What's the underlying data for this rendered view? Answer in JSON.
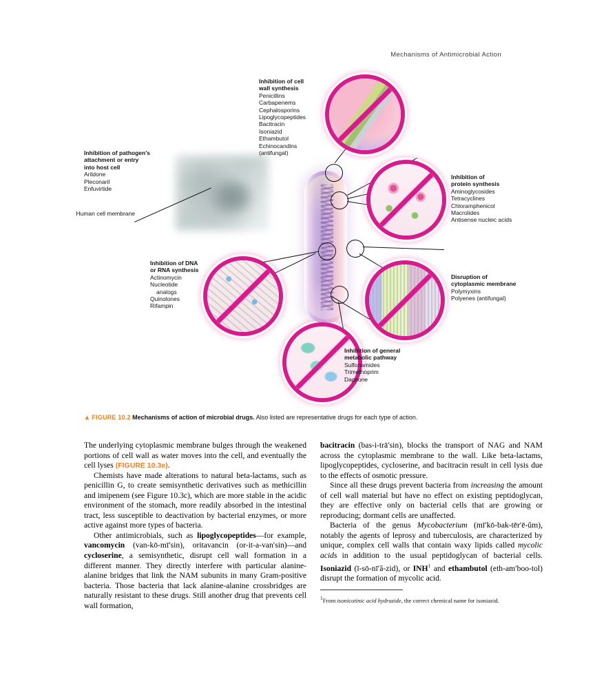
{
  "running_head": "Mechanisms of Antimicrobial Action",
  "figure": {
    "host_cell_label_line1": "Human",
    "host_cell_label_line2": "cell membrane",
    "labels": [
      {
        "id": "cell-wall-synthesis",
        "heading_line1": "Inhibition of cell",
        "heading_line2": "wall synthesis",
        "drugs": [
          "Penicillins",
          "Carbapenems",
          "Cephalosporins",
          "Lipoglycopeptides",
          "Bacitracin",
          "Isoniazid",
          "Ethambutol",
          "Echinocandins",
          "(antifungal)"
        ]
      },
      {
        "id": "pathogen-attachment",
        "heading_line1": "Inhibition of pathogen's",
        "heading_line2": "attachment or entry",
        "heading_line3": "into host cell",
        "drugs": [
          "Arildone",
          "Pleconaril",
          "Enfuvirtide"
        ]
      },
      {
        "id": "protein-synthesis",
        "heading_line1": "Inhibition of",
        "heading_line2": "protein synthesis",
        "drugs": [
          "Aminoglycosides",
          "Tetracyclines",
          "Chloramphenicol",
          "Macrolides",
          "Antisense nucleic acids"
        ]
      },
      {
        "id": "dna-rna-synthesis",
        "heading_line1": "Inhibition of DNA",
        "heading_line2": "or RNA synthesis",
        "drugs": [
          "Actinomycin",
          "Nucleotide",
          "analogs",
          "Quinolones",
          "Rifampin"
        ]
      },
      {
        "id": "cytoplasmic-membrane",
        "heading_line1": "Disruption of",
        "heading_line2": "cytoplasmic membrane",
        "drugs": [
          "Polymyxins",
          "Polyenes (antifungal)"
        ]
      },
      {
        "id": "metabolic-pathway",
        "heading_line1": "Inhibition of general",
        "heading_line2": "metabolic pathway",
        "drugs": [
          "Sulfonamides",
          "Trimethoprim",
          "Dapsone"
        ]
      }
    ],
    "colors": {
      "prohibition_ring": "#d61b8c",
      "figure_number": "#f07c1e",
      "bacterium_body": "#cbb2e0"
    }
  },
  "caption": {
    "triangle": "▲",
    "figure_number": "FIGURE 10.2",
    "bold_title": "Mechanisms of action of microbial drugs.",
    "rest": "Also listed are representative drugs for each type of action."
  },
  "body": {
    "left_p1_a": "The underlying cytoplasmic membrane bulges through the weakened portions of cell wall as water moves into the cell, and eventually the cell lyses ",
    "left_p1_figref": "(FIGURE 10.3e)",
    "left_p1_b": ".",
    "left_p2_a": "Chemists have made alterations to natural beta-lactams, such as penicillin G, to create semisynthetic derivatives such as methicillin and imipenem (see Figure 10.3c), which are more stable in the acidic environment of the stomach, more readily absorbed in the intestinal tract, less susceptible to deactivation by bacterial enzymes, or more active against more types of bacteria.",
    "left_p3_a": "Other antimicrobials, such as ",
    "left_p3_b1": "lipoglycopeptides",
    "left_p3_c": "—for example, ",
    "left_p3_b2": "vancomycin",
    "left_p3_d": " (van-kō-mī′sin), oritavancin (or-it-a-van′sin)—and ",
    "left_p3_b3": "cycloserine",
    "left_p3_e": ", a semisynthetic, disrupt cell wall formation in a different manner. They directly interfere with particular alanine-alanine bridges that link the NAM subunits in many Gram-positive bacteria. Those bacteria that lack alanine-alanine crossbridges are naturally resistant to these drugs. Still another drug that prevents cell wall formation,",
    "right_p1_b": "bacitracin",
    "right_p1_a": " (bas-i-trā′sin), blocks the transport of NAG and NAM across the cytoplasmic membrane to the wall. Like beta-lactams, lipoglycopeptides, cycloserine, and bacitracin result in cell lysis due to the effects of osmotic pressure.",
    "right_p2_a": "Since all these drugs prevent bacteria from ",
    "right_p2_i": "increasing",
    "right_p2_b": " the amount of cell wall material but have no effect on existing peptidoglycan, they are effective only on bacterial cells that are growing or reproducing; dormant cells are unaffected.",
    "right_p3_a": "Bacteria of the genus ",
    "right_p3_i1": "Mycobacterium",
    "right_p3_b": " (mī′kō-bak-tēr′ē-ŭm), notably the agents of leprosy and tuberculosis, are characterized by unique, complex cell walls that contain waxy lipids called ",
    "right_p3_i2": "mycolic acids",
    "right_p3_c": " in addition to the usual peptidoglycan of bacterial cells. ",
    "right_p3_bold1": "Isoniazid",
    "right_p3_d": " (ī-sō-nī′ă-zid), or ",
    "right_p3_bold2": "INH",
    "right_p3_sup": "1",
    "right_p3_e": " and ",
    "right_p3_bold3": "ethambutol",
    "right_p3_f": " (eth-am′boo-tol) disrupt the formation of mycolic acid."
  },
  "footnote": {
    "marker": "1",
    "a": "From ",
    "italic": "isonicotinic acid hydrazide",
    "b": ", the correct chemical name for isoniazid."
  }
}
